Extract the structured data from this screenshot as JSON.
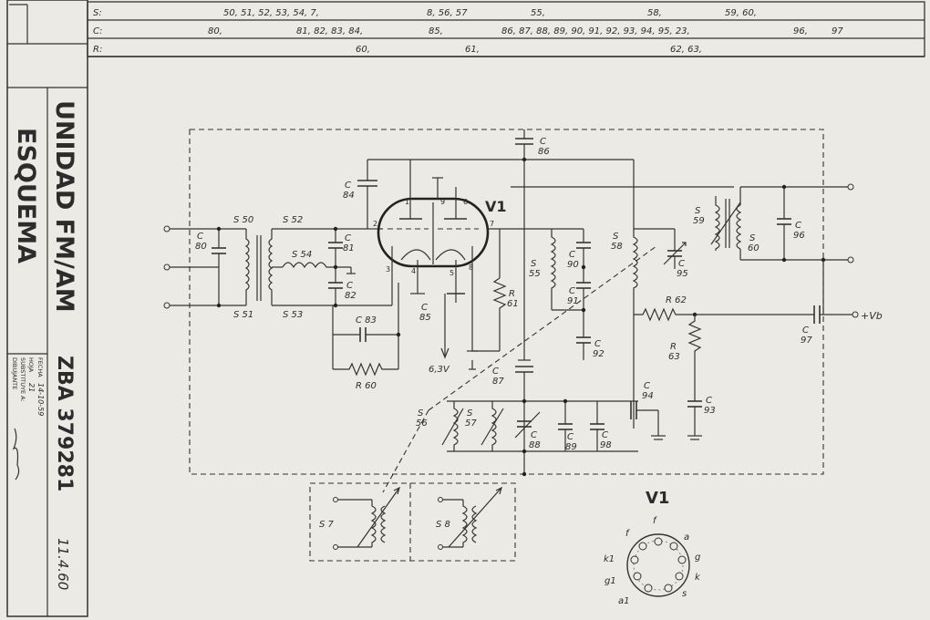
{
  "title_block": {
    "title_line1": "UNIDAD FM/AM",
    "title_line2": "ESQUEMA",
    "drawing_number": "ZBA 379281",
    "field_dibujante": "DIBUJANTE",
    "field_hoja": "HOJA",
    "hoja_value": "21",
    "field_fecha": "FECHA",
    "fecha_value": "14-10-59",
    "field_substituye": "SUBSTITUYE A:",
    "date_note": "11.4.60"
  },
  "reference_table": {
    "rows": [
      {
        "label": "S:",
        "entries": [
          "50, 51, 52, 53, 54, 7,",
          "8, 56, 57",
          "55,",
          "58,",
          "59, 60,"
        ]
      },
      {
        "label": "C:",
        "entries": [
          "80,",
          "81, 82, 83, 84,",
          "85,",
          "86, 87, 88, 89, 90, 91, 92, 93, 94, 95, 23,",
          "96,",
          "97"
        ]
      },
      {
        "label": "R:",
        "entries": [
          "60,",
          "61,",
          "62, 63,"
        ]
      }
    ]
  },
  "labels": {
    "tube": "V1",
    "tube_pins": [
      "1",
      "2",
      "3",
      "4",
      "5",
      "6",
      "7",
      "8",
      "9"
    ],
    "s50": "S 50",
    "s51": "S 51",
    "s52": "S 52",
    "s53": "S 53",
    "s54": "S 54",
    "s55": "S\n55",
    "s56": "S\n56",
    "s57": "S\n57",
    "s58": "S\n58",
    "s59": "S\n59",
    "s60": "S\n60",
    "s7": "S 7",
    "s8": "S 8",
    "c80": "C\n80",
    "c81": "C\n81",
    "c82": "C\n82",
    "c83": "C 83",
    "c84": "C\n84",
    "c85": "C\n85",
    "c86": "C\n86",
    "c87": "C\n87",
    "c88": "C\n88",
    "c89": "C\n89",
    "c90": "C\n90",
    "c91": "C\n91",
    "c92": "C\n92",
    "c93": "C\n93",
    "c94": "C\n94",
    "c95": "C\n95",
    "c96": "C\n96",
    "c97": "C\n97",
    "c98": "C\n98",
    "r60": "R 60",
    "r61": "R\n61",
    "r62": "R 62",
    "r63": "R\n63",
    "v_heater": "6,3V",
    "v_supply": "+Vb"
  },
  "socket": {
    "title": "V1",
    "pin_labels": [
      "a",
      "g",
      "k",
      "s",
      "a1",
      "g1",
      "k1",
      "f",
      "f"
    ]
  }
}
